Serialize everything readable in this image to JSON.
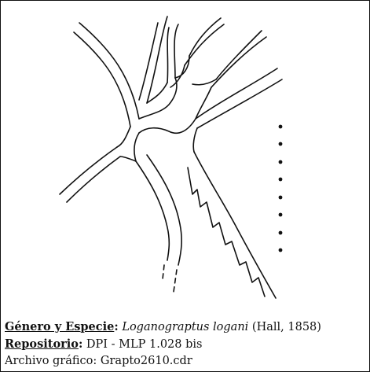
{
  "caption": {
    "genus_label": "Género y Especie",
    "species_name": "Loganograptus logani",
    "species_authority": "(Hall, 1858)",
    "repository_label": "Repositorio",
    "repository_value": "DPI - MLP 1.028 bis",
    "file_label": "Archivo gráfico:",
    "file_value": "Grapto2610.cdr"
  },
  "colors": {
    "ink": "#111111",
    "background": "#ffffff"
  },
  "scale_bar": {
    "style": "dotted vertical line",
    "dot_count": 8
  }
}
